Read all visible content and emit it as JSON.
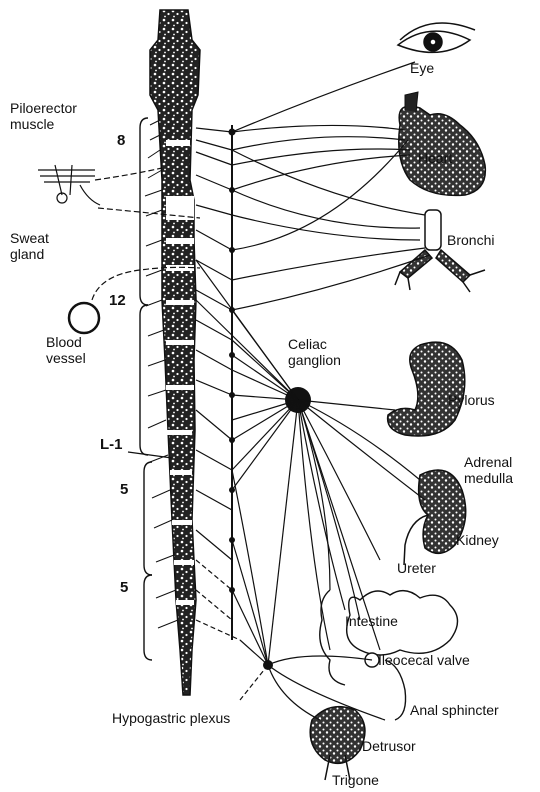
{
  "labels": {
    "piloerector_muscle": "Piloerector\nmuscle",
    "sweat_gland": "Sweat\ngland",
    "blood_vessel": "Blood\nvessel",
    "eye": "Eye",
    "heart": "Heart",
    "bronchi": "Bronchi",
    "celiac_ganglion": "Celiac\nganglion",
    "pylorus": "Pylorus",
    "adrenal_medulla": "Adrenal\nmedulla",
    "kidney": "Kidney",
    "ureter": "Ureter",
    "intestine": "Intestine",
    "ileocecal_valve": "Ileocecal valve",
    "anal_sphincter": "Anal sphincter",
    "hypogastric_plexus": "Hypogastric plexus",
    "detrusor": "Detrusor",
    "trigone": "Trigone"
  },
  "segments": {
    "t8": "8",
    "t12": "12",
    "l1": "L-1",
    "five_a": "5",
    "five_b": "5"
  },
  "colors": {
    "ink": "#111111",
    "paper": "#ffffff"
  }
}
